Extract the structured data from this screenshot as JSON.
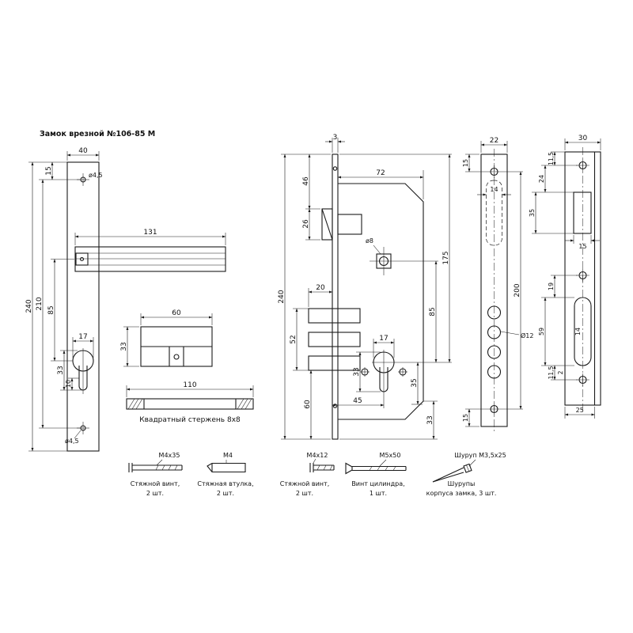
{
  "title": "Замок врезной №106-85 М",
  "plate_view": {
    "d40": "40",
    "d15": "15",
    "dia_top": "ø4,5",
    "d131": "131",
    "d240": "240",
    "d210": "210",
    "d85": "85",
    "d17": "17",
    "d33": "33",
    "d10": "10",
    "dia_bot": "ø4,5"
  },
  "cyl_view": {
    "d60": "60",
    "d33": "33"
  },
  "spindle_view": {
    "d110": "110",
    "caption": "Квадратный стержень 8х8"
  },
  "body_view": {
    "d3": "3",
    "d72": "72",
    "d46": "46",
    "d26": "26",
    "dia8": "ø8",
    "d240": "240",
    "d20": "20",
    "d52": "52",
    "d85": "85",
    "d175": "175",
    "d17": "17",
    "d33": "33",
    "d35": "35",
    "d45": "45",
    "d60": "60",
    "d33b": "33"
  },
  "face_view": {
    "d22": "22",
    "d15t": "15",
    "d14": "14",
    "d200": "200",
    "dia12": "Ø12",
    "d15b": "15"
  },
  "strike_view": {
    "d30": "30",
    "d115t": "11,5",
    "d24": "24",
    "d35": "35",
    "d15": "15",
    "d19": "19",
    "d59": "59",
    "d14": "14",
    "d115b": "11,5",
    "d2": "2",
    "d25": "25"
  },
  "fasteners": [
    {
      "size": "М4х35",
      "line1": "Стяжной винт,",
      "line2": "2 шт."
    },
    {
      "size": "М4",
      "line1": "Стяжная втулка,",
      "line2": "2 шт."
    },
    {
      "size": "М4х12",
      "line1": "Стяжной винт,",
      "line2": "2 шт."
    },
    {
      "size": "М5х50",
      "line1": "Винт цилиндра,",
      "line2": "1 шт."
    },
    {
      "size": "Шуруп М3,5х25",
      "line1": "Шурупы",
      "line2": "корпуса замка, 3 шт."
    }
  ]
}
